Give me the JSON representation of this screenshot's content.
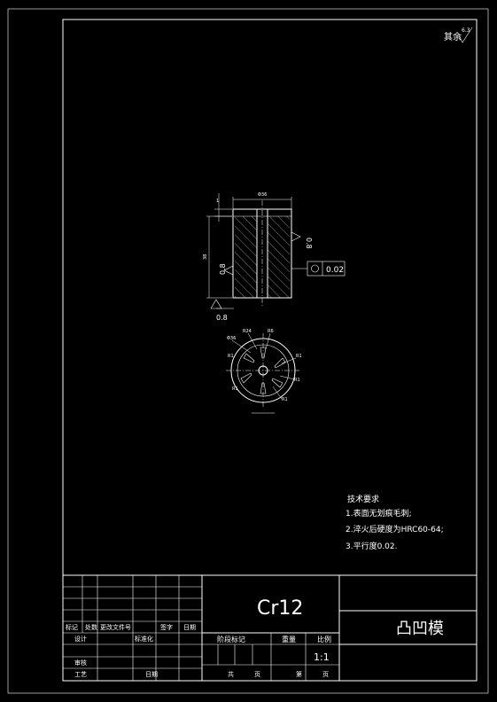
{
  "roughness_symbol": {
    "label": "其余",
    "value": "6.3"
  },
  "front_view": {
    "top_dim": "Φ36",
    "left_dim": "38",
    "small_dim": "1",
    "roughness_right": "0.8",
    "roughness_left": "0.8",
    "roughness_bottom": "0.8",
    "tolerance_value": "0.02"
  },
  "top_view": {
    "labels": [
      "Φ36",
      "R24",
      "R6",
      "R1",
      "R1",
      "R1",
      "R1",
      "R1"
    ]
  },
  "tech_requirements": {
    "title": "技术要求",
    "items": [
      "1.表面无划痕毛刺;",
      "2.淬火后硬度为HRC60-64;",
      "3.平行度0.02."
    ]
  },
  "title_block": {
    "material": "Cr12",
    "part_name": "凸凹模",
    "scale": "1:1",
    "rev_headers": [
      "标记",
      "处数",
      "更改文件号",
      "签字",
      "日期"
    ],
    "design_row": [
      "设计",
      "标准化"
    ],
    "review_label": "审核",
    "process_label": "工艺",
    "date_label": "日期",
    "stage_headers": [
      "阶段标记",
      "重量",
      "比例"
    ],
    "sheet_labels": [
      "共",
      "页",
      "第",
      "页"
    ]
  }
}
